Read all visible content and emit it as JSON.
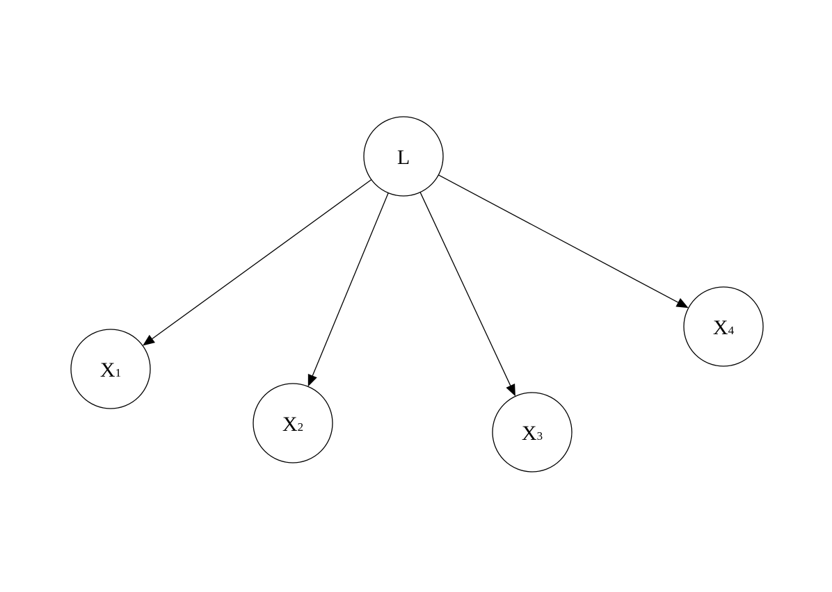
{
  "diagram": {
    "nodes": [
      {
        "id": "L",
        "label": "L",
        "sub": ""
      },
      {
        "id": "X1",
        "label": "X",
        "sub": "1"
      },
      {
        "id": "X2",
        "label": "X",
        "sub": "2"
      },
      {
        "id": "X3",
        "label": "X",
        "sub": "3"
      },
      {
        "id": "X4",
        "label": "X",
        "sub": "4"
      }
    ],
    "edges": [
      {
        "from": "L",
        "to": "X1"
      },
      {
        "from": "L",
        "to": "X2"
      },
      {
        "from": "L",
        "to": "X3"
      },
      {
        "from": "L",
        "to": "X4"
      }
    ],
    "colors": {
      "stroke": "#000000",
      "fill": "#ffffff"
    }
  }
}
